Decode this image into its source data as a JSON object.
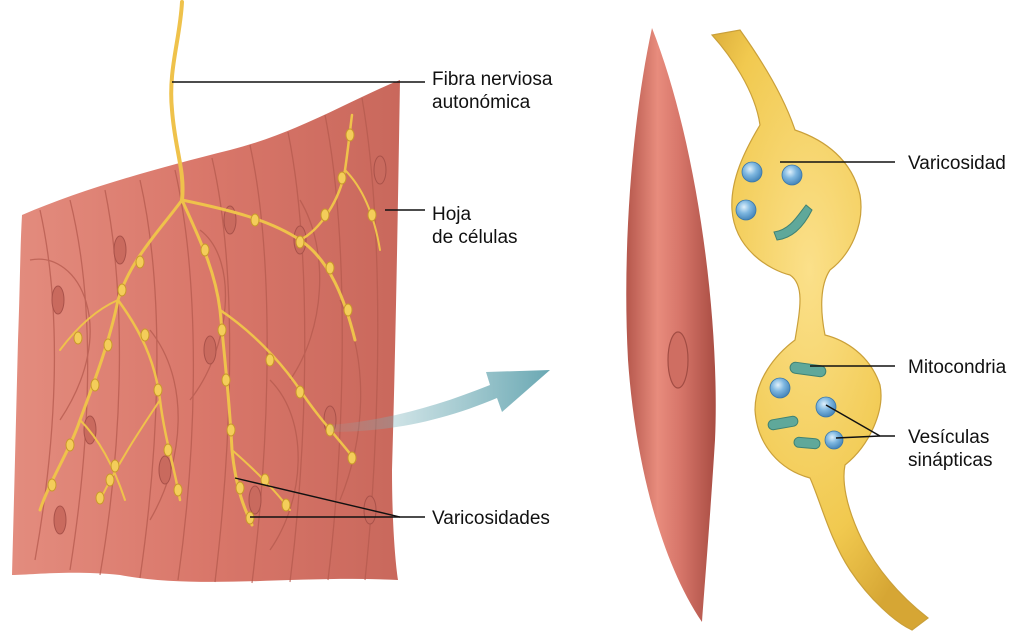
{
  "labels": {
    "autonomic_fiber": [
      "Fibra nerviosa",
      "autonómica"
    ],
    "cell_sheet": [
      "Hoja",
      "de células"
    ],
    "varicosities": "Varicosidades",
    "varicosity": "Varicosidad",
    "mitochondria": "Mitocondria",
    "synaptic_vesicles": [
      "Vesículas",
      "sinápticas"
    ]
  },
  "colors": {
    "muscle": "#d9776a",
    "muscle_dark": "#b85a4f",
    "muscle_light": "#f0a99c",
    "nerve": "#f1c94f",
    "nerve_dark": "#c99a2a",
    "vesicle": "#5b9fd1",
    "mitochondrion": "#5fa89a",
    "arrow": "#7fb5bd",
    "leader_line": "#111111"
  }
}
